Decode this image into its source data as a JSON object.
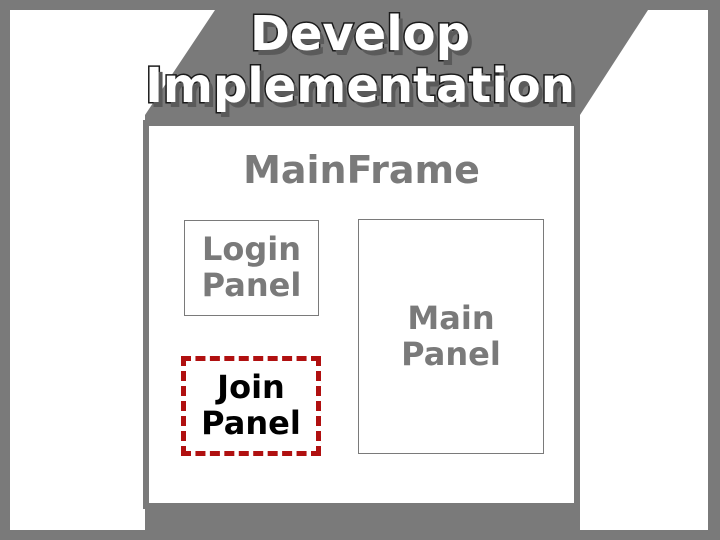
{
  "title": {
    "line1": "Develop",
    "line2": "Implementation"
  },
  "frame": {
    "label": "MainFrame"
  },
  "panels": {
    "login": {
      "line1": "Login",
      "line2": "Panel"
    },
    "main": {
      "line1": "Main",
      "line2": "Panel"
    },
    "join": {
      "line1": "Join",
      "line2": "Panel",
      "highlight_color": "#b01010"
    }
  },
  "colors": {
    "background": "#7a7a7a",
    "panel_fill": "#ffffff",
    "accent": "#b01010"
  }
}
